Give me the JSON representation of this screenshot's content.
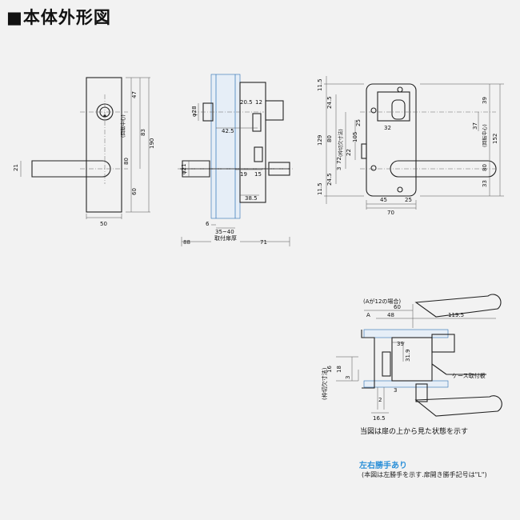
{
  "title": "■本体外形図",
  "front": {
    "w": "50",
    "h190": "190",
    "h83": "83",
    "h47": "47",
    "h80": "80",
    "h60": "60",
    "center": "(回転中心)",
    "lever": "21"
  },
  "side": {
    "d28": "φ28",
    "d21": "φ21",
    "d205": "20.5",
    "d12": "12",
    "d425": "42.5",
    "d19": "19",
    "d15": "15",
    "d385": "38.5",
    "d6": "6",
    "range": "35~40",
    "door": "取付扉厚",
    "d88": "88",
    "d71": "71"
  },
  "back": {
    "a115": "11.5",
    "a245": "24.5",
    "a129": "129",
    "a80": "80",
    "a72": "72",
    "a3": "3",
    "a245b": "24.5",
    "a115b": "11.5",
    "cut": "(枠切欠寸法)",
    "a22": "22",
    "a105": "105",
    "a25": "25",
    "a32": "32",
    "a39": "39",
    "a37": "37",
    "a152": "152",
    "a80b": "80",
    "a33": "33",
    "center": "(回転中心)",
    "a45": "45",
    "a25b": "25",
    "a70": "70"
  },
  "plan": {
    "when": "(Aが12の場合)",
    "p60": "60",
    "pA": "A",
    "p48": "48",
    "p1195": "119.5",
    "p39": "39",
    "p319": "31.9",
    "p16": "16",
    "p18": "18",
    "p3": "3",
    "p3b": "3",
    "p2": "2",
    "p165": "16.5",
    "cut": "(枠切欠寸法)",
    "plate": "ケース取付板"
  },
  "caption": "当図は扉の上から見た状態を示す",
  "note": {
    "title": "左右勝手あり",
    "sub": "(本図は左勝手を示す.扉開き勝手記号は\"L\")"
  }
}
